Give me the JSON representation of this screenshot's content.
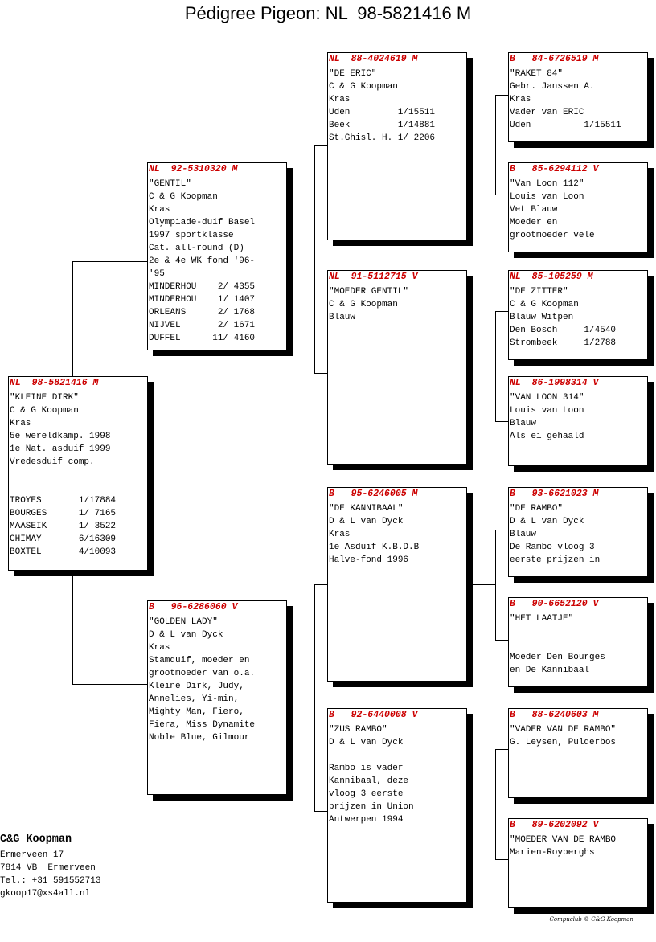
{
  "title": "Pédigree Pigeon: NL  98-5821416 M",
  "head_color": "#cc0000",
  "cards": [
    {
      "id": "subject",
      "head": "NL  98-5821416 M",
      "lines": [
        "\"KLEINE DIRK\"",
        "C & G Koopman",
        "Kras",
        "5e wereldkamp. 1998",
        "1e Nat. asduif 1999",
        "Vredesduif comp.",
        "",
        "",
        "TROYES       1/17884",
        "BOURGES      1/ 7165",
        "MAASEIK      1/ 3522",
        "CHIMAY       6/16309",
        "BOXTEL       4/10093"
      ]
    },
    {
      "id": "father",
      "head": "NL  92-5310320 M",
      "lines": [
        "\"GENTIL\"",
        "C & G Koopman",
        "Kras",
        "Olympiade-duif Basel",
        "1997 sportklasse",
        "Cat. all-round (D)",
        "2e & 4e WK fond '96-",
        "'95",
        "MINDERHOU    2/ 4355",
        "MINDERHOU    1/ 1407",
        "ORLEANS      2/ 1768",
        "NIJVEL       2/ 1671",
        "DUFFEL      11/ 4160"
      ]
    },
    {
      "id": "mother",
      "head": "B   96-6286060 V",
      "lines": [
        "\"GOLDEN LADY\"",
        "D & L van Dyck",
        "Kras",
        "Stamduif, moeder en",
        "grootmoeder van o.a.",
        "Kleine Dirk, Judy,",
        "Annelies, Yi-min,",
        "Mighty Man, Fiero,",
        "Fiera, Miss Dynamite",
        "Noble Blue, Gilmour"
      ]
    },
    {
      "id": "ff",
      "head": "NL  88-4024619 M",
      "lines": [
        "\"DE ERIC\"",
        "C & G Koopman",
        "Kras",
        "Uden         1/15511",
        "Beek         1/14881",
        "St.Ghisl. H. 1/ 2206"
      ]
    },
    {
      "id": "fm",
      "head": "NL  91-5112715 V",
      "lines": [
        "\"MOEDER GENTIL\"",
        "C & G Koopman",
        "Blauw"
      ]
    },
    {
      "id": "mf",
      "head": "B   95-6246005 M",
      "lines": [
        "\"DE KANNIBAAL\"",
        "D & L van Dyck",
        "Kras",
        "1e Asduif K.B.D.B",
        "Halve-fond 1996"
      ]
    },
    {
      "id": "mm",
      "head": "B   92-6440008 V",
      "lines": [
        "\"ZUS RAMBO\"",
        "D & L van Dyck",
        "",
        "Rambo is vader",
        "Kannibaal, deze",
        "vloog 3 eerste",
        "prijzen in Union",
        "Antwerpen 1994"
      ]
    },
    {
      "id": "fff",
      "head": "B   84-6726519 M",
      "lines": [
        "\"RAKET 84\"",
        "Gebr. Janssen A.",
        "Kras",
        "Vader van ERIC",
        "Uden          1/15511"
      ]
    },
    {
      "id": "ffm",
      "head": "B   85-6294112 V",
      "lines": [
        "\"Van Loon 112\"",
        "Louis van Loon",
        "Vet Blauw",
        "Moeder en",
        "grootmoeder vele"
      ]
    },
    {
      "id": "fmf",
      "head": "NL  85-105259 M",
      "lines": [
        "\"DE ZITTER\"",
        "C & G Koopman",
        "Blauw Witpen",
        "Den Bosch     1/4540",
        "Strombeek     1/2788"
      ]
    },
    {
      "id": "fmm",
      "head": "NL  86-1998314 V",
      "lines": [
        "\"VAN LOON 314\"",
        "Louis van Loon",
        "Blauw",
        "Als ei gehaald"
      ]
    },
    {
      "id": "mff",
      "head": "B   93-6621023 M",
      "lines": [
        "\"DE RAMBO\"",
        "D & L van Dyck",
        "Blauw",
        "De Rambo vloog 3",
        "eerste prijzen in"
      ]
    },
    {
      "id": "mfm",
      "head": "B   90-6652120 V",
      "lines": [
        "\"HET LAATJE\"",
        "",
        "",
        "Moeder Den Bourges",
        "en De Kannibaal"
      ]
    },
    {
      "id": "mmf",
      "head": "B   88-6240603 M",
      "lines": [
        "\"VADER VAN DE RAMBO\"",
        "G. Leysen, Pulderbos"
      ]
    },
    {
      "id": "mmm",
      "head": "B   89-6202092 V",
      "lines": [
        "\"MOEDER VAN DE RAMBO",
        "Marien-Royberghs"
      ]
    }
  ],
  "owner": {
    "name": "C&G Koopman",
    "lines": [
      "Ermerveen 17",
      "7814 VB  Ermerveen",
      "Tel.: +31 591552713",
      "gkoop17@xs4all.nl"
    ]
  },
  "credit": "Compuclub © C&G Koopman"
}
